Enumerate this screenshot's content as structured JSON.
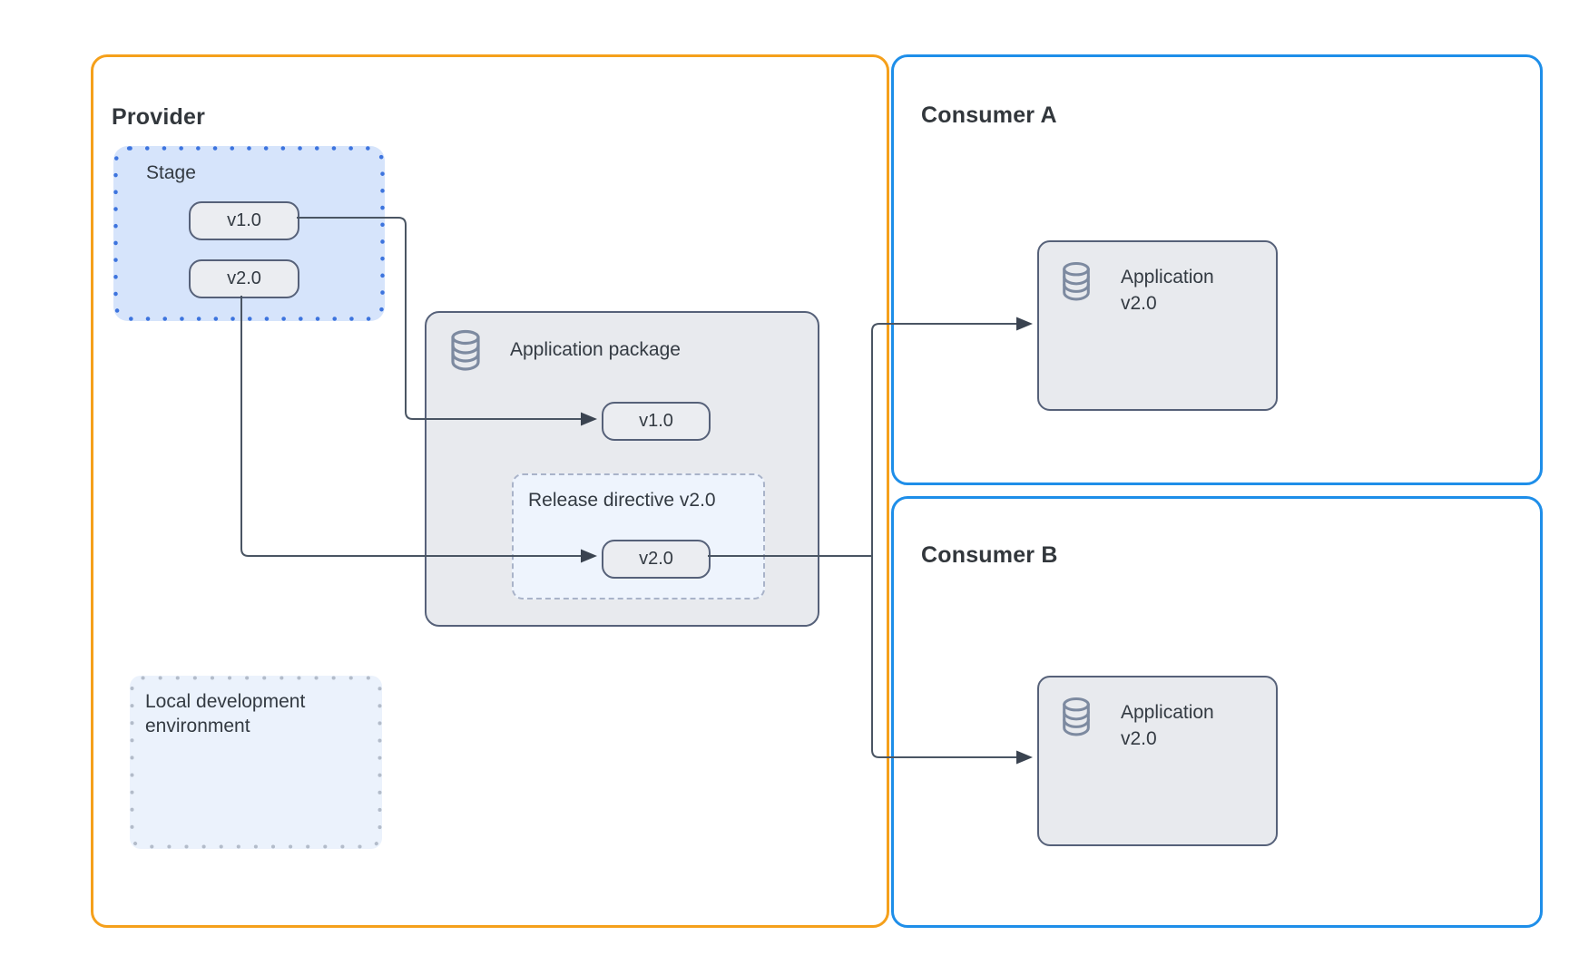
{
  "provider": {
    "title": "Provider",
    "stage": {
      "label": "Stage",
      "versions": [
        {
          "label": "v1.0"
        },
        {
          "label": "v2.0"
        }
      ]
    },
    "application_package": {
      "label": "Application package",
      "icon": "database-icon",
      "version_pill": "v1.0",
      "release_directive": {
        "label": "Release directive v2.0",
        "version_pill": "v2.0"
      }
    },
    "local_dev": {
      "label": "Local development environment"
    }
  },
  "consumers": [
    {
      "title": "Consumer A",
      "application": {
        "icon": "database-icon",
        "name": "Application",
        "version": "v2.0"
      }
    },
    {
      "title": "Consumer B",
      "application": {
        "icon": "database-icon",
        "name": "Application",
        "version": "v2.0"
      }
    }
  ],
  "connections": [
    {
      "from": "stage v1.0",
      "to": "application package v1.0",
      "arrow": true
    },
    {
      "from": "stage v2.0",
      "to": "release directive v2.0",
      "arrow": true
    },
    {
      "from": "release directive v2.0",
      "to": "Consumer A application",
      "arrow": true
    },
    {
      "from": "release directive v2.0",
      "to": "Consumer B application",
      "arrow": true
    }
  ],
  "colors": {
    "provider_border": "#F5A01B",
    "consumer_border": "#1E8EE9",
    "stage_fill": "#D6E4FB",
    "stage_dot_border": "#3D74DE",
    "panel_fill": "#E8EAEE",
    "panel_border": "#566179",
    "pill_fill": "#EBEDF1",
    "release_fill": "#EEF4FD",
    "release_dash_border": "#A9B3C9",
    "local_dev_fill": "#EBF2FC",
    "local_dev_dot_border": "#B3BCCA",
    "connector_line": "#4A5563",
    "database_icon": "#7D8AA0",
    "text": "#333A42"
  }
}
